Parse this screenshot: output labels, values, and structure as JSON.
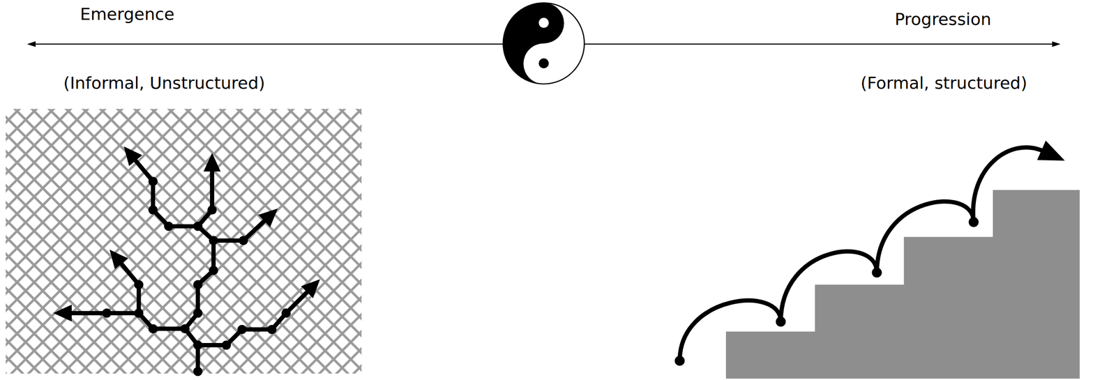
{
  "diagram": {
    "labels": [
      "Emergence",
      "(Informal, Unstructured)",
      "Progression",
      "(Formal, structured)"
    ]
  }
}
